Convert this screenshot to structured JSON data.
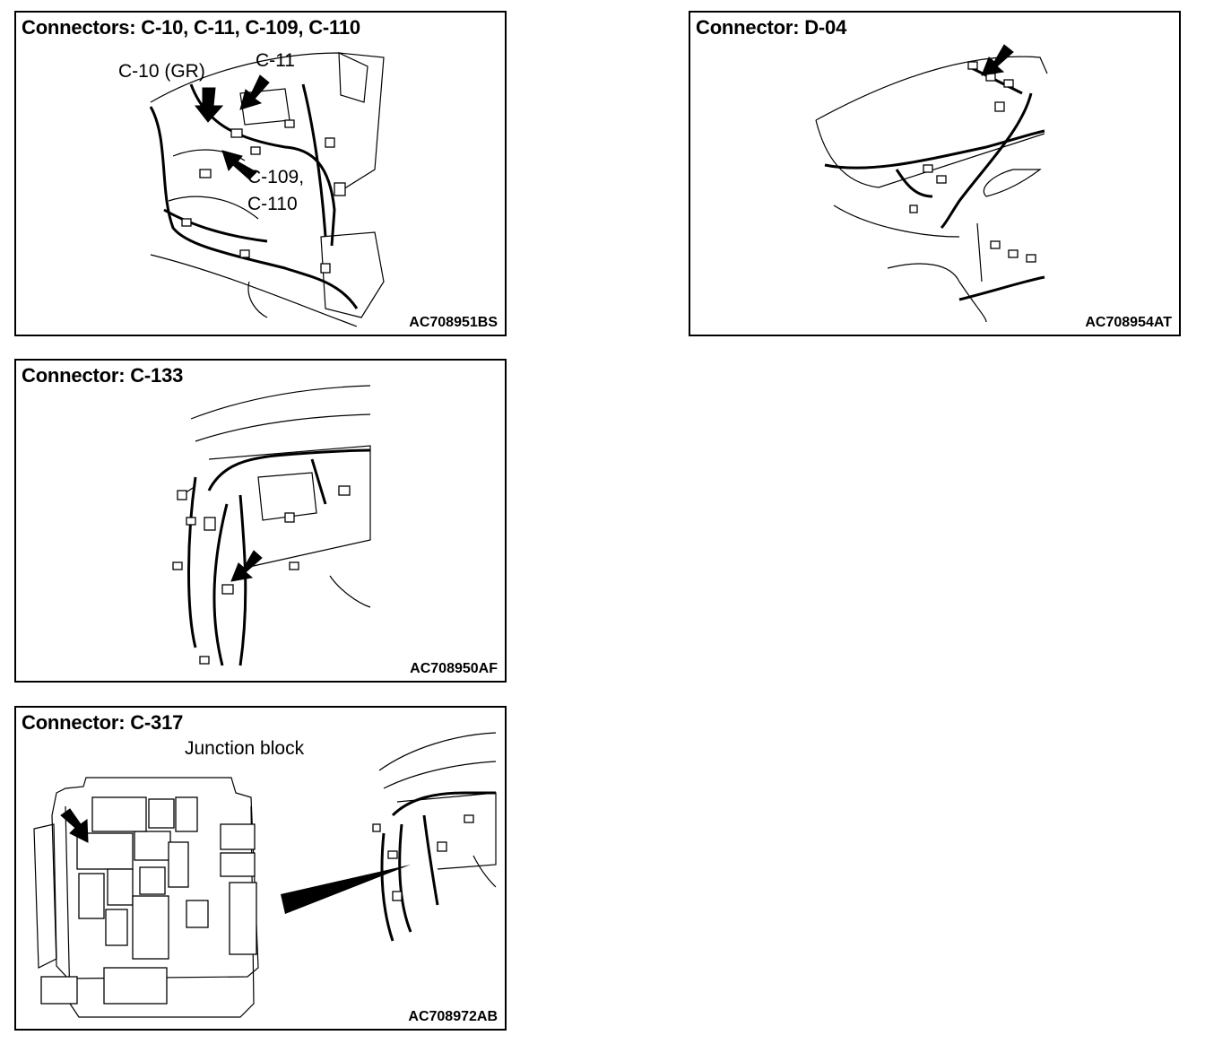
{
  "panels": [
    {
      "title": "Connectors: C-10, C-11, C-109, C-110",
      "code": "AC708951BS",
      "labels": [
        "C-10 (GR)",
        "C-11",
        "C-109,",
        "C-110"
      ]
    },
    {
      "title": "Connector: D-04",
      "code": "AC708954AT"
    },
    {
      "title": "Connector: C-133",
      "code": "AC708950AF"
    },
    {
      "title": "Connector: C-317",
      "code": "AC708972AB",
      "labels": [
        "Junction block"
      ]
    }
  ]
}
